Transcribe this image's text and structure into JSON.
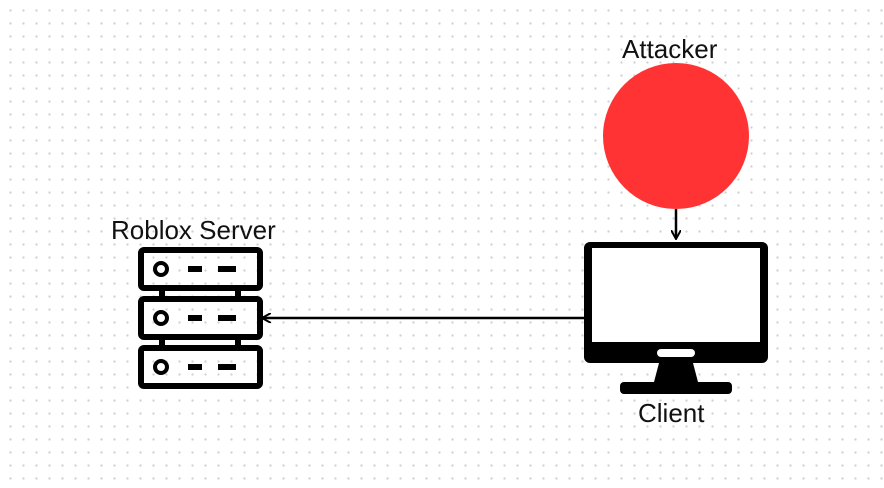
{
  "nodes": {
    "attacker": {
      "label": "Attacker",
      "color": "#ff3333"
    },
    "server": {
      "label": "Roblox Server"
    },
    "client": {
      "label": "Client"
    }
  },
  "edges": [
    {
      "from": "attacker",
      "to": "client"
    },
    {
      "from": "client",
      "to": "server"
    }
  ],
  "colors": {
    "stroke": "#000000",
    "attacker_fill": "#ff3333",
    "dot_grid": "#cfcfcf",
    "background": "#ffffff"
  },
  "icons": {
    "server": "server-rack-icon",
    "client": "desktop-monitor-icon"
  }
}
